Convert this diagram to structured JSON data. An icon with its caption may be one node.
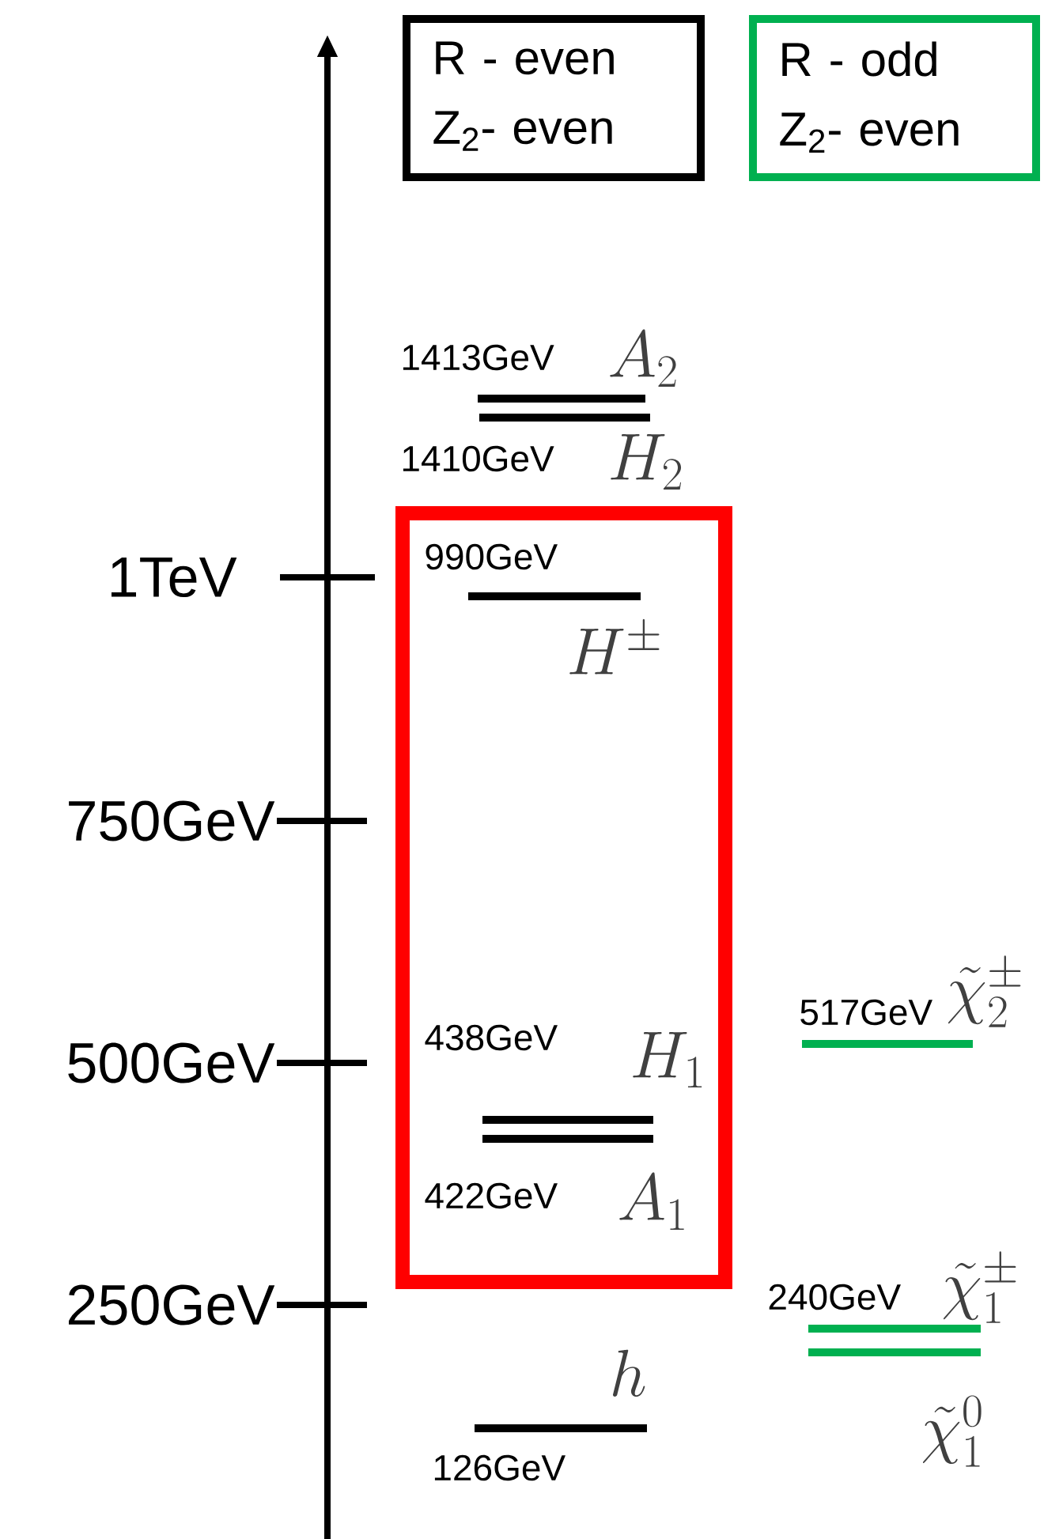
{
  "diagram": {
    "nodes": [
      {
        "text": [],
        "shape": "bar",
        "beside": [
          "1413GeV",
          "A_2"
        ]
      },
      {
        "text": [],
        "shape": "bar",
        "beside": [
          "1410GeV",
          "H_2"
        ]
      },
      {
        "text": [],
        "shape": "box"
      },
      {
        "text": [],
        "shape": "bar",
        "in": 2,
        "beside": [
          "990GeV",
          "H^{\\pm}"
        ]
      },
      {
        "text": [],
        "shape": "bar",
        "in": 2,
        "beside": [
          "438GeV",
          "H_1"
        ]
      },
      {
        "text": [],
        "shape": "bar",
        "in": 2,
        "beside": [
          "422GeV",
          "A_1"
        ]
      },
      {
        "text": [],
        "shape": "bar",
        "beside": [
          "517GeV",
          "\\tilde{\\chi}_2^{\\pm}"
        ]
      },
      {
        "text": [],
        "shape": "bar",
        "beside": [
          "240GeV",
          "\\tilde{\\chi}_1^{\\pm}"
        ]
      },
      {
        "text": [],
        "shape": "bar",
        "beside": [
          "\\tilde{\\chi}_1^{0}"
        ]
      },
      {
        "text": [],
        "shape": "bar",
        "beside": [
          "h",
          "126GeV"
        ]
      }
    ],
    "labels": [
      "1TeV",
      "750GeV",
      "500GeV",
      "250GeV"
    ],
    "legend": [
      {
        "text": "R - even Z$_{2}$- even",
        "color": "#000000"
      },
      {
        "text": "R - odd Z$_{2}$- even",
        "color": "#00b050"
      }
    ]
  }
}
